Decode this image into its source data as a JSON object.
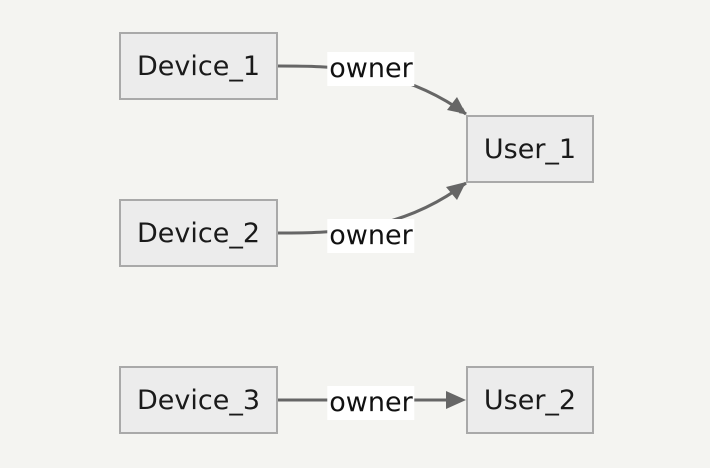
{
  "diagram": {
    "nodes": {
      "device_1": "Device_1",
      "device_2": "Device_2",
      "device_3": "Device_3",
      "user_1": "User_1",
      "user_2": "User_2"
    },
    "edges": [
      {
        "from": "Device_1",
        "to": "User_1",
        "label": "owner"
      },
      {
        "from": "Device_2",
        "to": "User_1",
        "label": "owner"
      },
      {
        "from": "Device_3",
        "to": "User_2",
        "label": "owner"
      }
    ],
    "colors": {
      "background": "#f4f4f1",
      "node_fill": "#ececec",
      "node_border": "#a9a9a9",
      "edge": "#666666",
      "label_bg": "#ffffff"
    }
  }
}
